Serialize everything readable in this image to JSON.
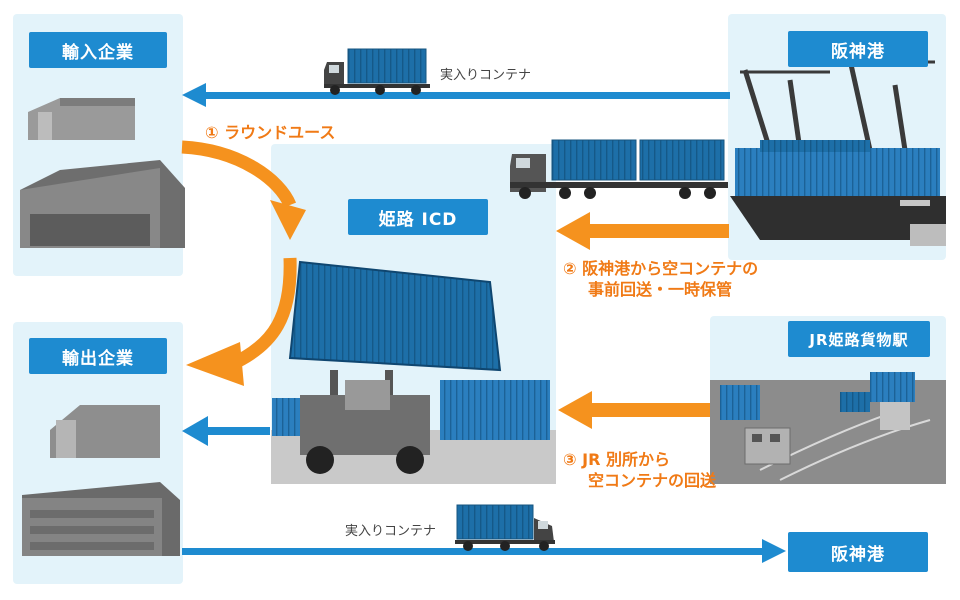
{
  "nodes": {
    "import_company": "輸入企業",
    "export_company": "輸出企業",
    "hanshin_port_top": "阪神港",
    "hanshin_port_bottom": "阪神港",
    "himeji_icd": "姫路 ICD",
    "jr_station": "JR姫路貨物駅"
  },
  "flows": {
    "top_container": "実入りコンテナ",
    "bottom_container": "実入りコンテナ",
    "round_use": "① ラウンドユース",
    "step2_line1": "② 阪神港から空コンテナの",
    "step2_line2": "事前回送・一時保管",
    "step3_line1": "③ JR 別所から",
    "step3_line2": "空コンテナの回送"
  },
  "colors": {
    "label_blue": "#1e8bd0",
    "panel_bg": "#e3f3fa",
    "arrow_blue": "#1e8bd0",
    "arrow_orange": "#f5921e",
    "text_orange": "#f07a16"
  }
}
